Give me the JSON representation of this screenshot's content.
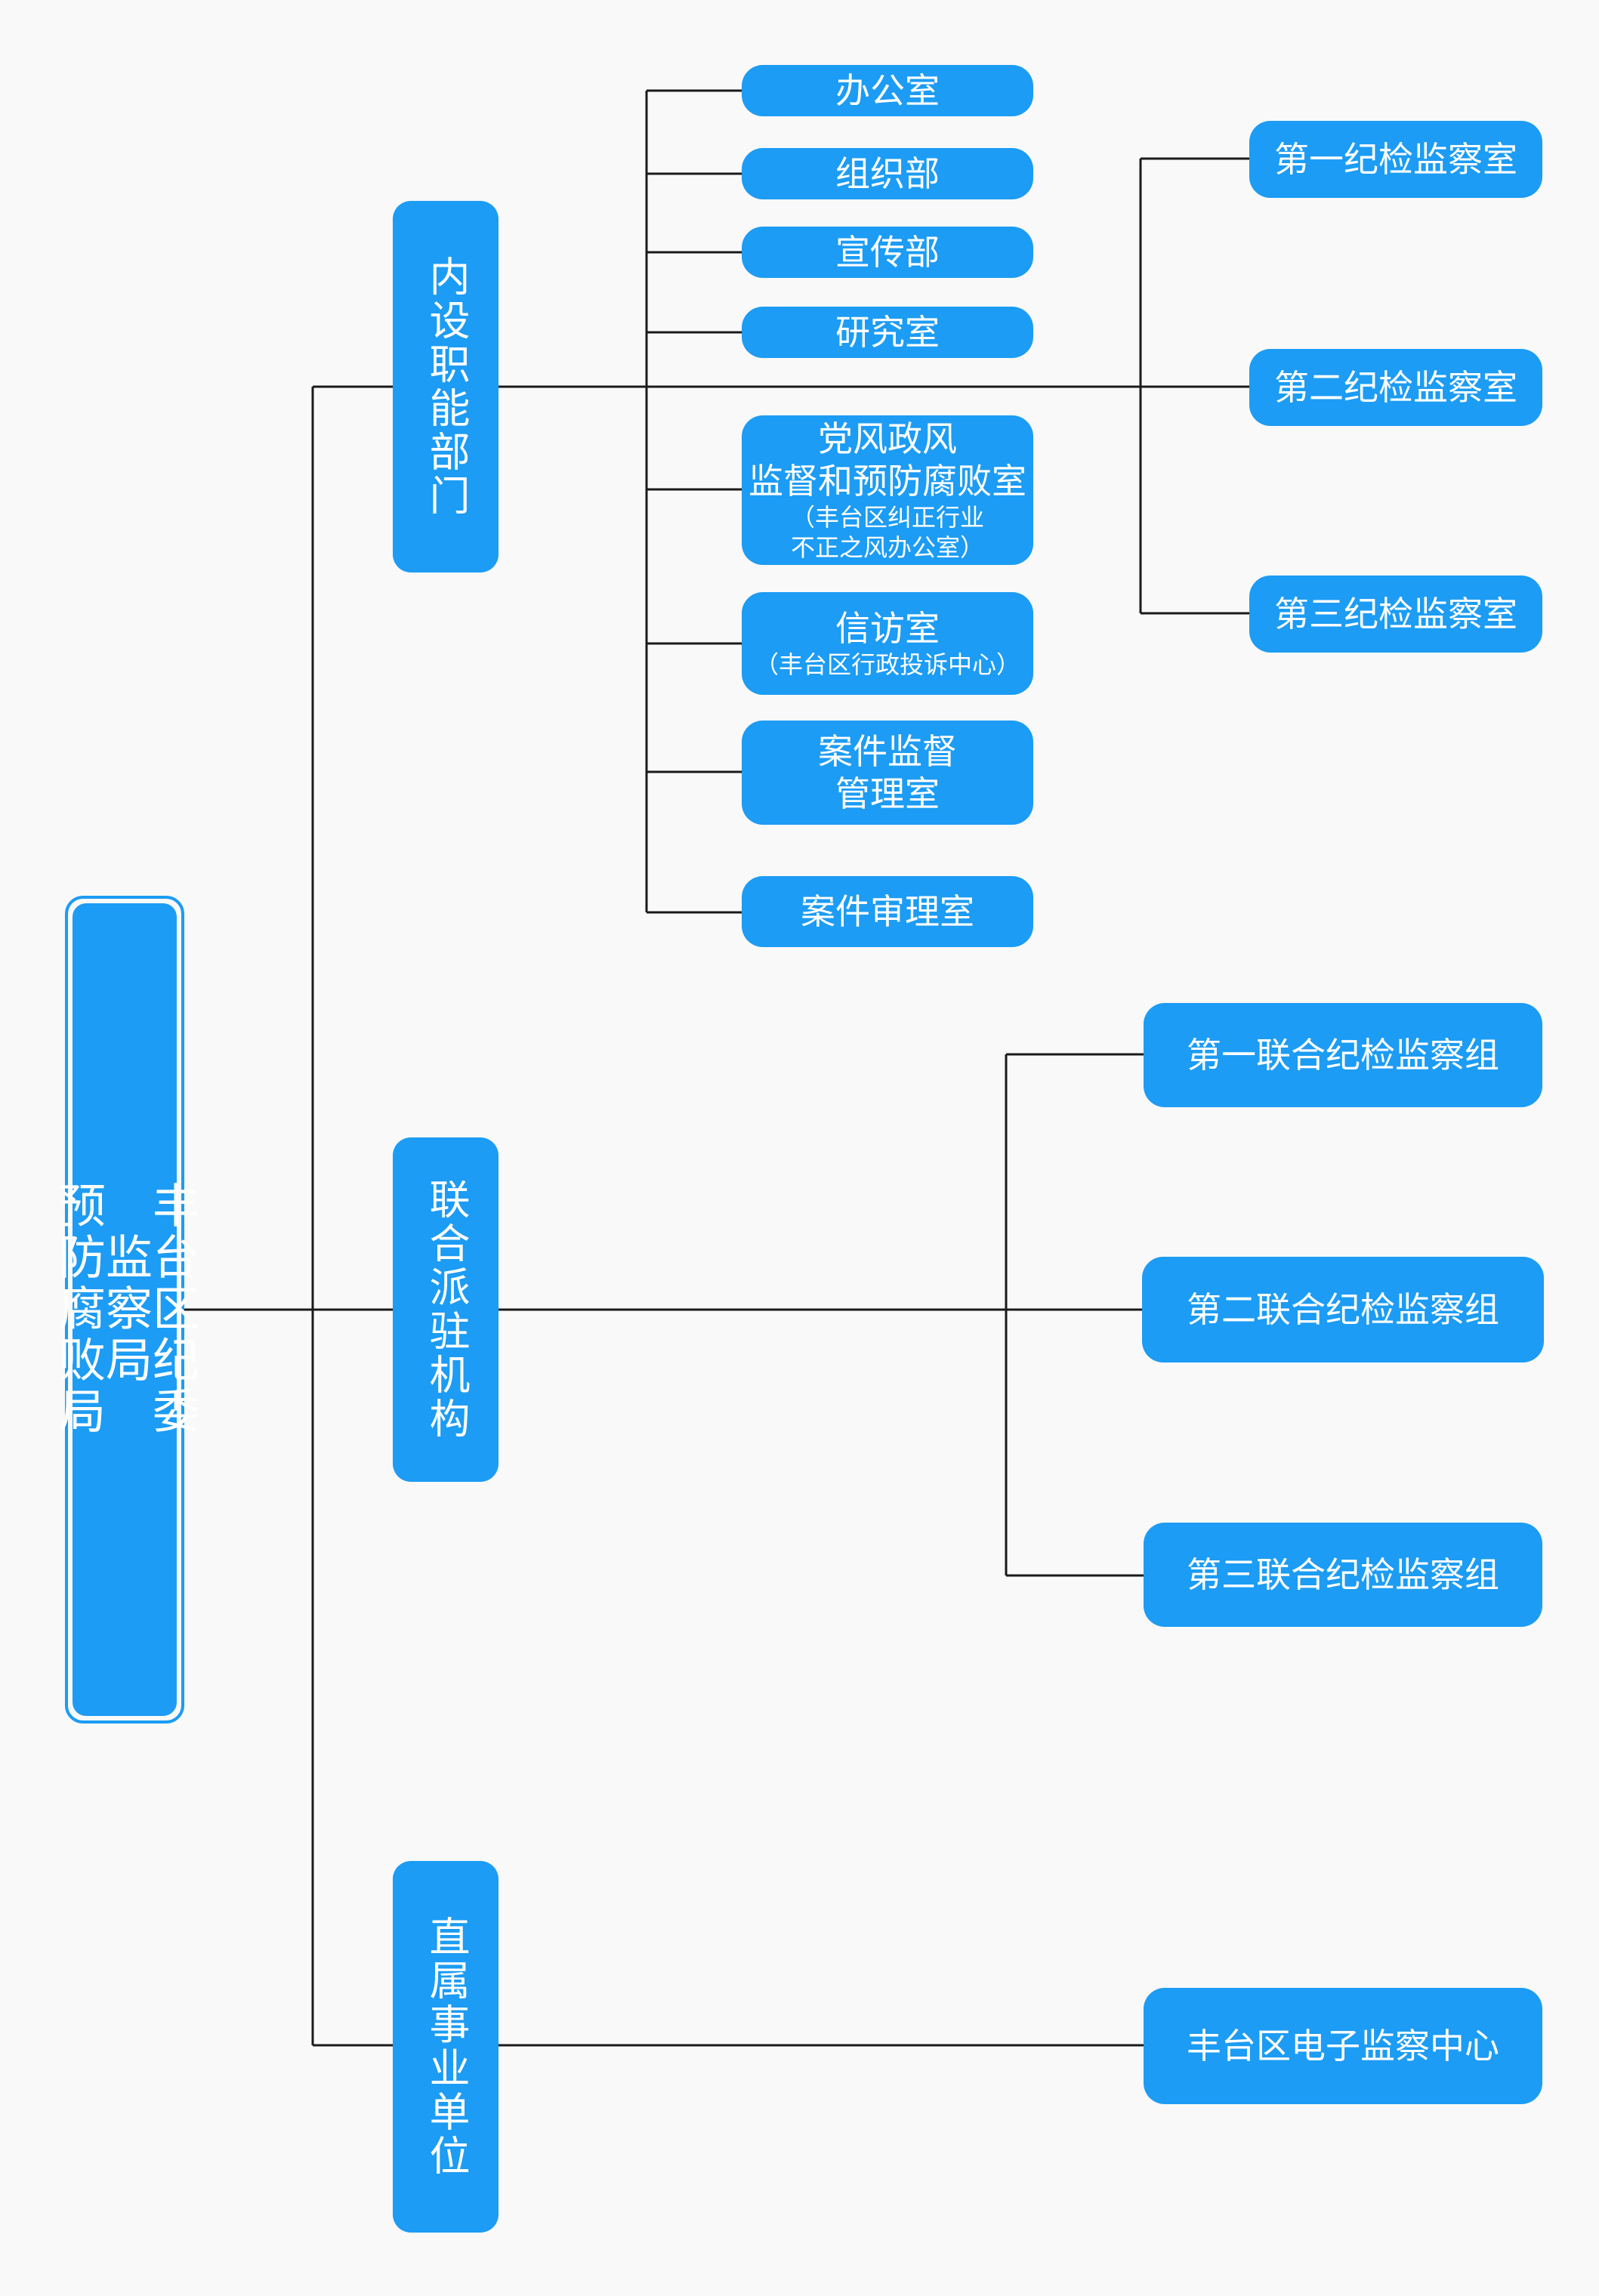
{
  "root": {
    "label": "丰台区纪委\n监察局\n预防腐败局"
  },
  "categories": [
    {
      "label": "内设职能部门"
    },
    {
      "label": "联合派驻机构"
    },
    {
      "label": "直属事业单位"
    }
  ],
  "departments": [
    {
      "label": "办公室"
    },
    {
      "label": "组织部"
    },
    {
      "label": "宣传部"
    },
    {
      "label": "研究室"
    },
    {
      "label": "党风政风",
      "label2": "监督和预防腐败室",
      "sub": "（丰台区纠正行业",
      "sub2": "不正之风办公室）"
    },
    {
      "label": "信访室",
      "sub": "（丰台区行政投诉中心）"
    },
    {
      "label": "案件监督",
      "label2": "管理室"
    },
    {
      "label": "案件审理室"
    }
  ],
  "inspection_rooms": [
    {
      "label": "第一纪检监察室"
    },
    {
      "label": "第二纪检监察室"
    },
    {
      "label": "第三纪检监察室"
    }
  ],
  "joint_groups": [
    {
      "label": "第一联合纪检监察组"
    },
    {
      "label": "第二联合纪检监察组"
    },
    {
      "label": "第三联合纪检监察组"
    }
  ],
  "affiliated_units": [
    {
      "label": "丰台区电子监察中心"
    }
  ],
  "colors": {
    "node_fill": "#1c9cf4",
    "node_text": "#ffffff",
    "connector": "#1a1a1a",
    "background": "#f9f9f9"
  }
}
